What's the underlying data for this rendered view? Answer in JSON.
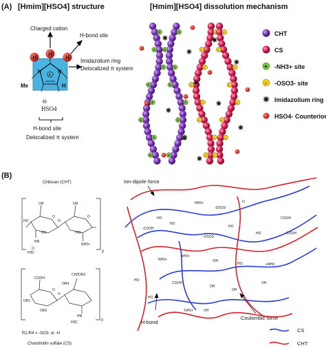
{
  "panel_a": {
    "label": "(A)",
    "title_structure": "[Hmim][HSO4] structure",
    "title_mechanism": "[Hmim][HSO4] dissolution mechanism",
    "charged_cation": "Charged cation",
    "h_bond_site": "H-bond site",
    "imidazolium_ring": "Imidazolium  ring",
    "delocalized_pi": "Delocalized π system",
    "atom_N": "N",
    "atom_H": "H",
    "atom_Me": "Me",
    "theta": "Θ",
    "hso4": "HSO4",
    "hso4_h_bond": "H-bond site",
    "hso4_delocalized": "Delocalized π system",
    "legend": [
      {
        "label": "CHT",
        "color": "#6a2aa0",
        "marker": "purple-sphere"
      },
      {
        "label": "CS",
        "color": "#d01c4c",
        "marker": "red-sphere"
      },
      {
        "label": "-NH3+ site",
        "color": "#7cc242",
        "marker": "green-plus-disc"
      },
      {
        "label": "-OSO3- site",
        "color": "#f1cc1c",
        "marker": "yellow-minus-disc"
      },
      {
        "label": "Imidazolium ring",
        "color": "#222222",
        "marker": "black-star"
      },
      {
        "label": "HSO4- Counterion",
        "color": "#d01c1c",
        "marker": "red-dot"
      }
    ]
  },
  "panel_b": {
    "label": "(B)",
    "chitosan_label": "Chitosan (CHT)",
    "chitosan_subscript": "y",
    "cs_subscript": "n",
    "r_groups": "R1-R4 = -SO3- or -H",
    "chondroitin_label": "Chondroitin sulfate (CS)",
    "ion_dipole": "Ion-dipole force",
    "coulombic": "Coulombic force",
    "h_bond": "H-bond",
    "legend_cs": "CS",
    "legend_cht": "CHT",
    "colors": {
      "cs": "#2b3bd6",
      "cht": "#d8202a"
    }
  }
}
